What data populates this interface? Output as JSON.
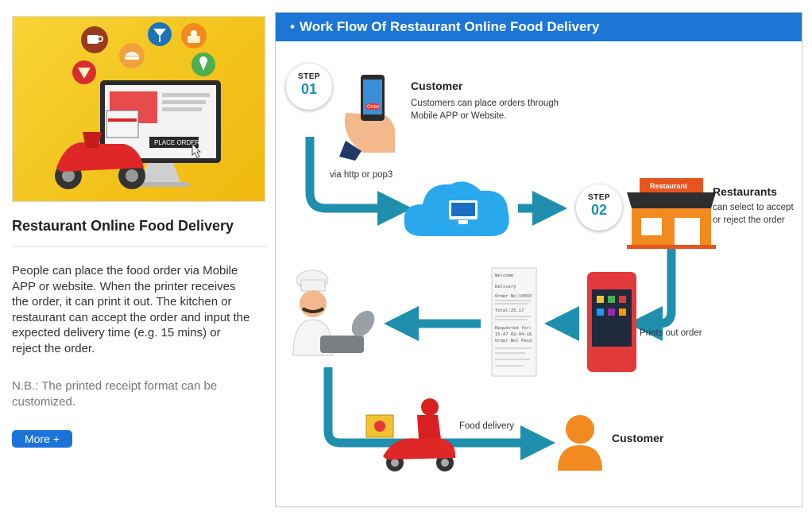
{
  "left": {
    "hero_button_text": "PLACE ORDER",
    "title": "Restaurant Online Food Delivery",
    "description": "People can place the food order via Mobile APP or website. When the printer receives the order, it can print it out. The kitchen or restaurant can accept the order and input the expected delivery time (e.g. 15 mins) or reject the order.",
    "note": "N.B.: The printed receipt format can be customized.",
    "more_label": "More +"
  },
  "panel": {
    "header_bullet": "•",
    "header_title": "Work Flow Of  Restaurant Online Food Delivery"
  },
  "flow": {
    "step1": {
      "label": "STEP",
      "number": "01"
    },
    "step2": {
      "label": "STEP",
      "number": "02"
    },
    "customer_title": "Customer",
    "customer_desc": "Customers can place orders through Mobile APP or Website.",
    "phone_order_label": "Order",
    "via_label": "via http or pop3",
    "restaurants_title": "Restaurants",
    "restaurants_desc": "can select to accept or reject the order",
    "restaurant_sign": "Restaurant",
    "prints_label": "Prints out order",
    "food_delivery_label": "Food delivery",
    "customer_end_label": "Customer",
    "receipt_lines": [
      "Welcome",
      "Delivery",
      "Order No:10093",
      "Total:25.17",
      "Requested for:",
      "15:47 02-04-16",
      "Order Not Paid"
    ]
  },
  "colors": {
    "header_blue": "#1b76d5",
    "flow_teal": "#1f8fae",
    "button_blue": "#1a73d9",
    "accent_orange": "#f08a1c",
    "hero_yellow": "#f3c21a"
  },
  "icons": [
    "coffee-icon",
    "drink-icon",
    "cake-icon",
    "burger-icon",
    "pizza-icon",
    "ice-cream-icon",
    "scooter-icon",
    "monitor-icon",
    "phone-hand-icon",
    "cloud-computer-icon",
    "restaurant-store-icon",
    "pos-terminal-icon",
    "receipt-icon",
    "chef-icon",
    "delivery-rider-icon",
    "customer-icon"
  ]
}
